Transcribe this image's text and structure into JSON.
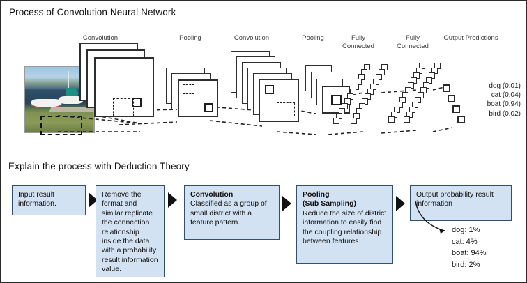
{
  "cnn_section": {
    "title": "Process of Convolution Neural Network",
    "stage_labels": [
      {
        "name": "convolution-1",
        "text": "Convolution"
      },
      {
        "name": "pooling-1",
        "text": "Pooling"
      },
      {
        "name": "convolution-2",
        "text": "Convolution"
      },
      {
        "name": "pooling-2",
        "text": "Pooling"
      },
      {
        "name": "fully-connected-1",
        "text": "Fully\nConnected"
      },
      {
        "name": "fully-connected-2",
        "text": "Fully\nConnected"
      },
      {
        "name": "output-predictions",
        "text": "Output Predictions"
      }
    ],
    "input_image_alt": "boats moored at a harbor",
    "predictions": [
      {
        "label": "dog",
        "value": "dog (0.01)"
      },
      {
        "label": "cat",
        "value": "cat (0.04)"
      },
      {
        "label": "boat",
        "value": "boat (0.94)"
      },
      {
        "label": "bird",
        "value": "bird (0.02)"
      }
    ]
  },
  "flow_section": {
    "title": "Explain the process with Deduction Theory",
    "boxes": [
      {
        "name": "input-step",
        "heading": "",
        "body": "Input result information."
      },
      {
        "name": "preprocess-step",
        "heading": "",
        "body": "Remove the format and similar replicate the connection relationship inside the data with a probability result information value."
      },
      {
        "name": "convolution-step",
        "heading": "Convolution",
        "body": "Classified as a group of small district with a feature pattern."
      },
      {
        "name": "pooling-step",
        "heading": "Pooling",
        "heading2": "(Sub Sampling)",
        "body": "Reduce the size of district information to easily find the coupling relationship between features."
      },
      {
        "name": "output-step",
        "heading": "",
        "body": "Output probability result information"
      }
    ],
    "output_predictions": [
      {
        "label": "dog",
        "value": "dog: 1%"
      },
      {
        "label": "cat",
        "value": "cat: 4%"
      },
      {
        "label": "boat",
        "value": "boat: 94%"
      },
      {
        "label": "bird",
        "value": "bird: 2%"
      }
    ]
  },
  "colors": {
    "box_fill": "#d3e2f2",
    "box_border": "#31506e",
    "arrow": "#111111",
    "frame": "#2b2b2b",
    "label_text": "#3c3c3c"
  }
}
